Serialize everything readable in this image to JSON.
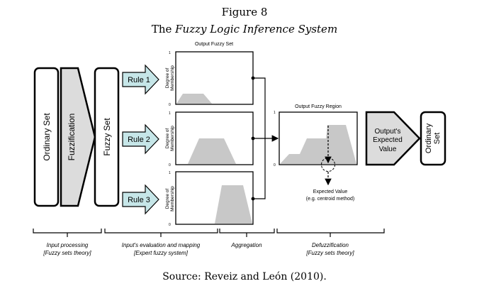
{
  "figure": {
    "number": "Figure 8",
    "title_prefix": "The ",
    "title_italic": "Fuzzy Logic Inference System",
    "source": "Source: Reveiz and León (2010)."
  },
  "stages": {
    "ordinary_set": "Ordinary Set",
    "fuzzification": "Fuzzification",
    "fuzzy_set": "Fuzzy Set"
  },
  "rules": [
    "Rule 1",
    "Rule 2",
    "Rule 3"
  ],
  "output_fuzzy_set": {
    "title": "Output Fuzzy Set",
    "ylabel_1": "Degree of",
    "ylabel_2": "Membership",
    "tick_top": "1",
    "tick_bottom": "0"
  },
  "output_region": {
    "title": "Output Fuzzy Region",
    "tick_top": "1",
    "tick_bottom": "0",
    "expected_1": "Expected Value",
    "expected_2": "(e.g. centroid method)"
  },
  "defuzz": {
    "line1": "Output's",
    "line2": "Expected",
    "line3": "Value",
    "out1": "Ordinary",
    "out2": "Set"
  },
  "brackets": [
    {
      "line1": "Input processing",
      "line2": "[Fuzzy sets theory]"
    },
    {
      "line1": "Input's evaluation and mapping",
      "line2": "[Expert fuzzy system]"
    },
    {
      "line1": "Aggregation",
      "line2": ""
    },
    {
      "line1": "Defuzzification",
      "line2": "[Fuzzy sets theory]"
    }
  ],
  "colors": {
    "gray_fill": "#c8c8c8",
    "rule_fill": "#c6e6e8",
    "stage_fill": "#dcdcdc"
  }
}
